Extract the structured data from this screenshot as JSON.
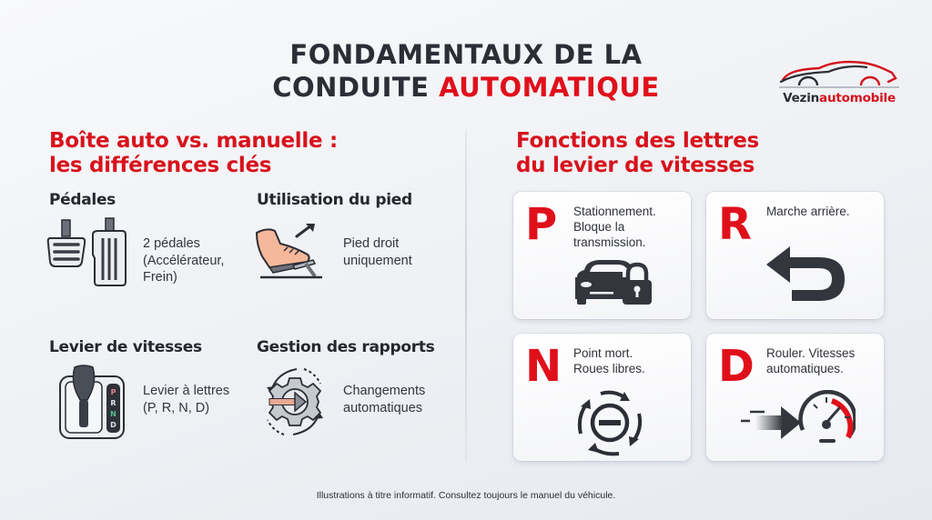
{
  "header": {
    "title_line1": "FONDAMENTAUX DE LA",
    "title_line2_plain": "CONDUITE ",
    "title_line2_accent": "AUTOMATIQUE"
  },
  "logo": {
    "icon": "car-silhouette-icon",
    "text_part1": "Vezin",
    "text_part2": "automobile"
  },
  "left_section": {
    "title_line1": "Boîte auto vs. manuelle :",
    "title_line2": "les différences clés",
    "features": [
      {
        "title": "Pédales",
        "icon": "pedals-icon",
        "desc_lines": [
          "2 pédales",
          "(Accélérateur,",
          "Frein)"
        ]
      },
      {
        "title": "Utilisation du pied",
        "icon": "foot-on-pedal-icon",
        "desc_lines": [
          "Pied droit",
          "uniquement"
        ]
      },
      {
        "title": "Levier de vitesses",
        "icon": "gear-shifter-icon",
        "desc_lines": [
          "Levier à lettres",
          "(P, R, N, D)"
        ],
        "shifter_letters": [
          "P",
          "R",
          "N",
          "D"
        ]
      },
      {
        "title": "Gestion des rapports",
        "icon": "auto-gear-cycle-icon",
        "desc_lines": [
          "Changements",
          "automatiques"
        ]
      }
    ]
  },
  "right_section": {
    "title_line1": "Fonctions des lettres",
    "title_line2": "du levier de vitesses",
    "cards": [
      {
        "letter": "P",
        "desc_lines": [
          "Stationnement.",
          "Bloque la",
          "transmission."
        ],
        "icon": "car-lock-icon"
      },
      {
        "letter": "R",
        "desc_lines": [
          "Marche arrière."
        ],
        "icon": "reverse-arrow-icon"
      },
      {
        "letter": "N",
        "desc_lines": [
          "Point mort.",
          "Roues libres."
        ],
        "icon": "neutral-free-wheel-icon"
      },
      {
        "letter": "D",
        "desc_lines": [
          "Rouler. Vitesses",
          "automatiques."
        ],
        "icon": "speedometer-drive-icon"
      }
    ]
  },
  "footer": {
    "note": "Illustrations à titre informatif. Consultez toujours le manuel du véhicule."
  },
  "colors": {
    "accent_red": "#e0101b",
    "text_dark": "#2b2e35",
    "background": "#eef0f4",
    "card_bg": "#ffffff"
  }
}
